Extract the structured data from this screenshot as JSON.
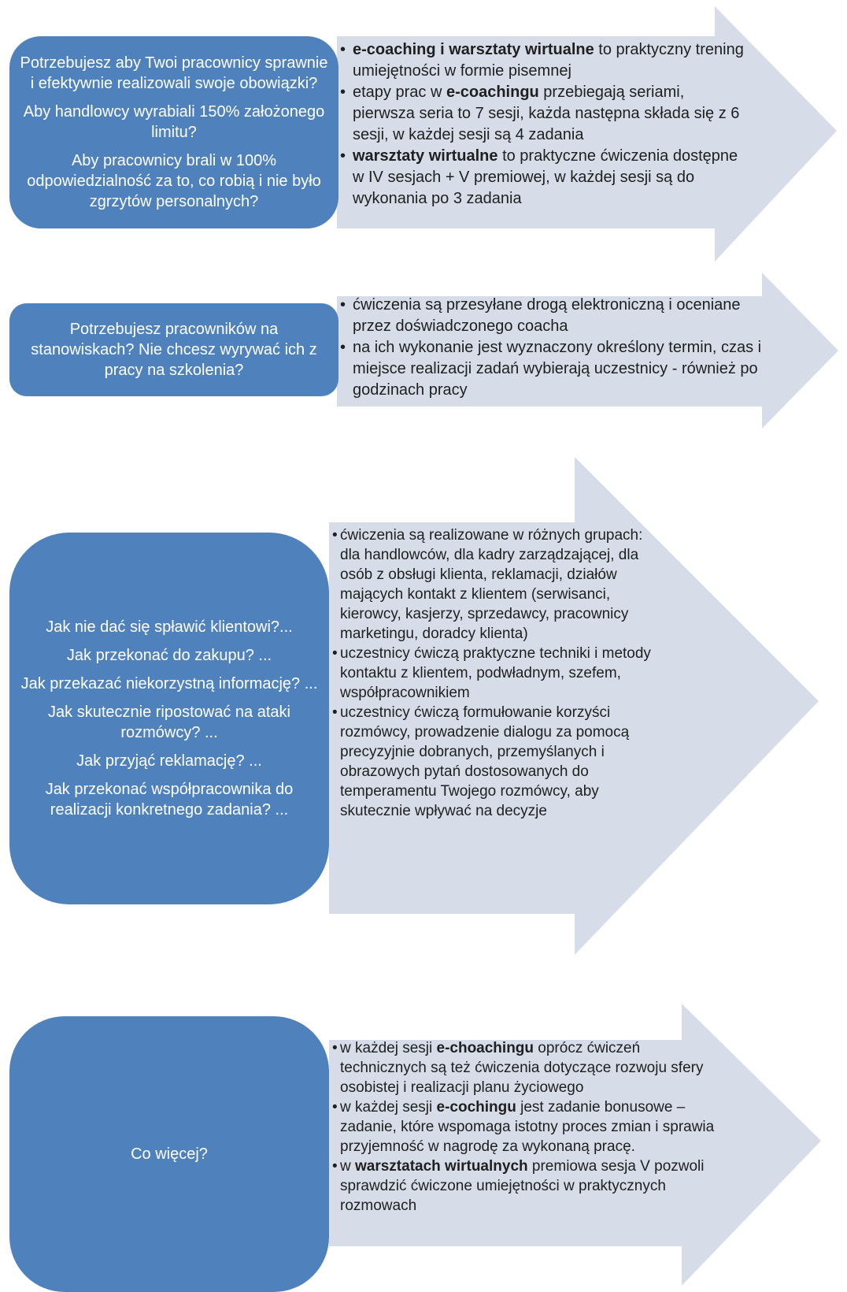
{
  "colors": {
    "box": "#4f81bd",
    "arrow": "#d6dce8",
    "text": "#1f1f1f",
    "box_text": "#ffffff"
  },
  "rows": [
    {
      "questions": [
        "Potrzebujesz aby Twoi pracownicy sprawnie i efektywnie realizowali swoje obowiązki?",
        "Aby handlowcy wyrabiali 150% założonego limitu?",
        "Aby pracownicy brali w 100% odpowiedzialność za to, co robią i nie było zgrzytów personalnych?"
      ],
      "bullet": "•",
      "items": [
        [
          {
            "t": "e-coaching i warsztaty wirtualne",
            "b": true
          },
          {
            "t": " to praktyczny trening umiejętności w formie pisemnej"
          }
        ],
        [
          {
            "t": "etapy prac w "
          },
          {
            "t": "e-coachingu",
            "b": true
          },
          {
            "t": " przebiegają seriami, pierwsza seria to 7 sesji, każda następna składa się z 6 sesji, w każdej sesji są 4 zadania"
          }
        ],
        [
          {
            "t": "warsztaty wirtualne",
            "b": true
          },
          {
            "t": " to praktyczne ćwiczenia dostępne w IV sesjach + V premiowej, w każdej sesji są do wykonania po 3 zadania"
          }
        ]
      ]
    },
    {
      "questions": [
        "Potrzebujesz pracowników na stanowiskach? Nie chcesz wyrywać ich z pracy na szkolenia?"
      ],
      "bullet": "•",
      "items": [
        [
          {
            "t": "ćwiczenia są przesyłane drogą elektroniczną i oceniane przez doświadczonego coacha"
          }
        ],
        [
          {
            "t": "na ich wykonanie jest wyznaczony określony termin, czas i miejsce realizacji zadań wybierają uczestnicy - również po godzinach pracy"
          }
        ]
      ]
    },
    {
      "questions": [
        "Jak nie dać się spławić klientowi?...",
        "Jak przekonać do zakupu? ...",
        "Jak przekazać niekorzystną informację?  ...",
        "Jak skutecznie ripostować na ataki rozmówcy? ...",
        "Jak przyjąć reklamację? ...",
        "Jak przekonać współpracownika do realizacji konkretnego zadania? ..."
      ],
      "bullet": "•",
      "items": [
        [
          {
            "t": "ćwiczenia są realizowane w różnych grupach: dla handlowców, dla kadry zarządzającej, dla osób z obsługi klienta, reklamacji, działów mających kontakt z klientem (serwisanci, kierowcy, kasjerzy, sprzedawcy, pracownicy marketingu, doradcy klienta)"
          }
        ],
        [
          {
            "t": "uczestnicy ćwiczą praktyczne techniki  i metody kontaktu z klientem, podwładnym, szefem, współpracownikiem"
          }
        ],
        [
          {
            "t": "uczestnicy ćwiczą formułowanie korzyści rozmówcy,  prowadzenie dialogu za pomocą precyzyjnie dobranych, przemyślanych i obrazowych pytań dostosowanych do temperamentu Twojego rozmówcy, aby skutecznie wpływać na decyzje"
          }
        ]
      ]
    },
    {
      "questions": [
        "Co więcej?"
      ],
      "bullet": "•",
      "items": [
        [
          {
            "t": "w każdej sesji  "
          },
          {
            "t": "e-choachingu",
            "b": true
          },
          {
            "t": " oprócz ćwiczeń technicznych są też ćwiczenia dotyczące rozwoju sfery osobistej i realizacji planu życiowego"
          }
        ],
        [
          {
            "t": "w każdej sesji  "
          },
          {
            "t": "e-cochingu",
            "b": true
          },
          {
            "t": " jest zadanie bonusowe – zadanie, które wspomaga istotny proces zmian i sprawia przyjemność w nagrodę za wykonaną pracę."
          }
        ],
        [
          {
            "t": "w "
          },
          {
            "t": "warsztatach wirtualnych",
            "b": true
          },
          {
            "t": " premiowa sesja V pozwoli sprawdzić ćwiczone umiejętności w praktycznych rozmowach"
          }
        ]
      ]
    }
  ]
}
